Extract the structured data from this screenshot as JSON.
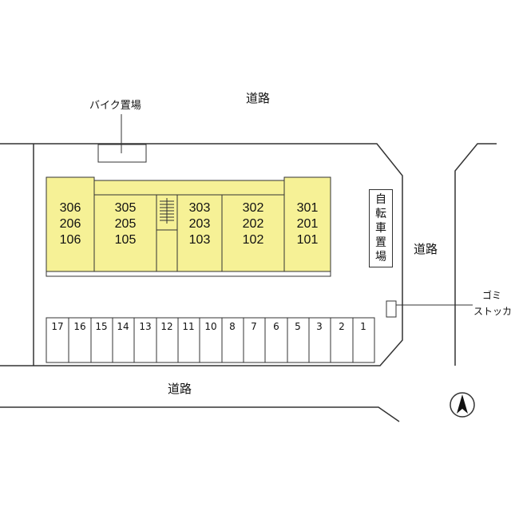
{
  "roads": {
    "top": "道路",
    "right": "道路",
    "bottom": "道路"
  },
  "facilities": {
    "bike_parking": "バイク置場",
    "bicycle_parking": [
      "自",
      "転",
      "車",
      "置",
      "場"
    ],
    "garbage_stocker": [
      "ゴミ",
      "ストッカー"
    ]
  },
  "units": [
    {
      "floor3": "306",
      "floor2": "206",
      "floor1": "106"
    },
    {
      "floor3": "305",
      "floor2": "205",
      "floor1": "105"
    },
    {
      "floor3": "303",
      "floor2": "203",
      "floor1": "103"
    },
    {
      "floor3": "302",
      "floor2": "202",
      "floor1": "102"
    },
    {
      "floor3": "301",
      "floor2": "201",
      "floor1": "101"
    }
  ],
  "parking_spaces": [
    "17",
    "16",
    "15",
    "14",
    "13",
    "12",
    "11",
    "10",
    "8",
    "7",
    "6",
    "5",
    "3",
    "2",
    "1"
  ],
  "colors": {
    "building_fill": "#f6f196",
    "outline": "#333333"
  },
  "north_arrow_icon": "north-arrow-icon"
}
